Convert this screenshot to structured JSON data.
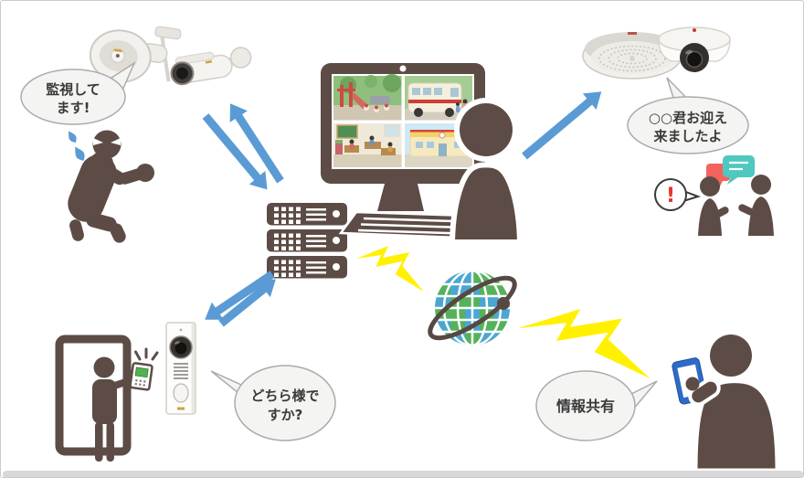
{
  "bubbles": {
    "monitoring": {
      "lines": [
        "監視して",
        "ます!"
      ]
    },
    "pickup": {
      "lines": [
        "○○君お迎え",
        "来ましたよ"
      ]
    },
    "visitor": {
      "lines": [
        "どちら様で",
        "すか?"
      ]
    },
    "share": {
      "lines": [
        "情報共有"
      ]
    },
    "alert": {
      "text": "!"
    }
  },
  "components": [
    "horn-speaker",
    "bullet-camera",
    "suspicious-person",
    "rack-server",
    "monitor-with-camera-feeds",
    "operator",
    "keyboard",
    "ceiling-speaker",
    "dome-camera",
    "guardians-talking",
    "door-station-intercom",
    "visitor-at-door",
    "handheld-intercom-panel",
    "internet-globe",
    "lightning-link",
    "smartphone-user"
  ],
  "colors": {
    "silhouette_brown": "#5d4c46",
    "arrow_blue": "#5b9bd5",
    "lightning_yellow": "#fff100",
    "globe_green": "#55b25a",
    "globe_blue": "#4ba6d2",
    "orbit_brown": "#564842",
    "bubble_fill": "#f4f4f2",
    "bubble_stroke": "#ababab",
    "alert_red": "#e53228",
    "chat_red": "#f4645c",
    "chat_teal": "#4fc8c0",
    "phone_blue": "#2e6bc6"
  }
}
